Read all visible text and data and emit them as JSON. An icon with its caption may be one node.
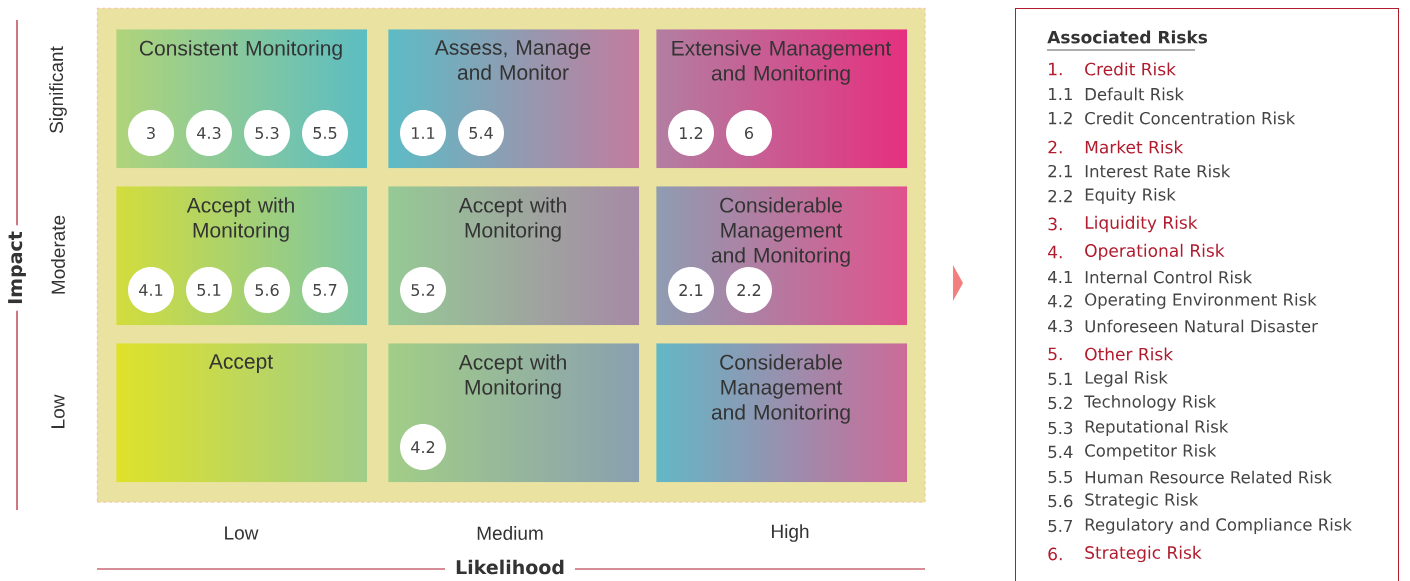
{
  "diagram": {
    "nodes": [
      {
        "text": [],
        "shape": "box"
      },
      {
        "text": [
          "Consistent Monitoring"
        ],
        "in": 0
      },
      {
        "text": [
          "3"
        ],
        "in": 1
      },
      {
        "text": [
          "4.3"
        ],
        "in": 1
      },
      {
        "text": [
          "5.3"
        ],
        "in": 1
      },
      {
        "text": [
          "5.5"
        ],
        "in": 1
      },
      {
        "text": [
          "Assess, Manage and Monitor"
        ],
        "in": 0
      },
      {
        "text": [
          "1.1"
        ],
        "in": 6
      },
      {
        "text": [
          "5.4"
        ],
        "in": 6
      },
      {
        "text": [
          "Extensive Management and Monitoring"
        ],
        "in": 0
      },
      {
        "text": [
          "1.2"
        ],
        "in": 9
      },
      {
        "text": [
          "6"
        ],
        "in": 9
      },
      {
        "text": [
          "Accept with Monitoring"
        ],
        "in": 0
      },
      {
        "text": [
          "4.1"
        ],
        "in": 12
      },
      {
        "text": [
          "5.1"
        ],
        "in": 12
      },
      {
        "text": [
          "5.6"
        ],
        "in": 12
      },
      {
        "text": [
          "5.7"
        ],
        "in": 12
      },
      {
        "text": [
          "Accept with Monitoring"
        ],
        "in": 0
      },
      {
        "text": [
          "5.2"
        ],
        "in": 17
      },
      {
        "text": [
          "Considerable Management and Monitoring"
        ],
        "in": 0
      },
      {
        "text": [
          "2.1"
        ],
        "in": 19
      },
      {
        "text": [
          "2.2"
        ],
        "in": 19
      },
      {
        "text": [
          "Accept"
        ],
        "in": 0
      },
      {
        "text": [
          "Accept with Monitoring"
        ],
        "in": 0
      },
      {
        "text": [
          "4.2"
        ],
        "in": 23
      },
      {
        "text": [
          "Considerable Management and Monitoring"
        ],
        "in": 0
      },
      {
        "text": [
          "Associated Risks"
        ]
      }
    ],
    "edges": [
      {
        "from": 0,
        "to": 26,
        "arrow": "to"
      }
    ],
    "labels": [
      "Significant",
      "Moderate",
      "Low",
      "Impact",
      "Low",
      "Medium",
      "High",
      "Likelihood",
      "1.",
      "Credit Risk",
      "1.1",
      "Default Risk",
      "1.2",
      "Credit Concentration Risk",
      "2.",
      "Market Risk",
      "2.1",
      "Interest Rate Risk",
      "2.2",
      "Equity Risk",
      "3.",
      "Liquidity Risk",
      "4.",
      "Operational Risk",
      "4.1",
      "Internal Control Risk",
      "4.2",
      "Operating Environment Risk",
      "4.3",
      "Unforeseen Natural Disaster",
      "5.",
      "Other Risk",
      "5.1",
      "Legal Risk",
      "5.2",
      "Technology Risk",
      "5.3",
      "Reputational Risk",
      "5.4",
      "Competitor Risk",
      "5.5",
      "Human Resource Related Risk",
      "5.6",
      "Strategic Risk",
      "5.7",
      "Regulatory and Compliance Risk",
      "6.",
      "Strategic Risk"
    ]
  }
}
